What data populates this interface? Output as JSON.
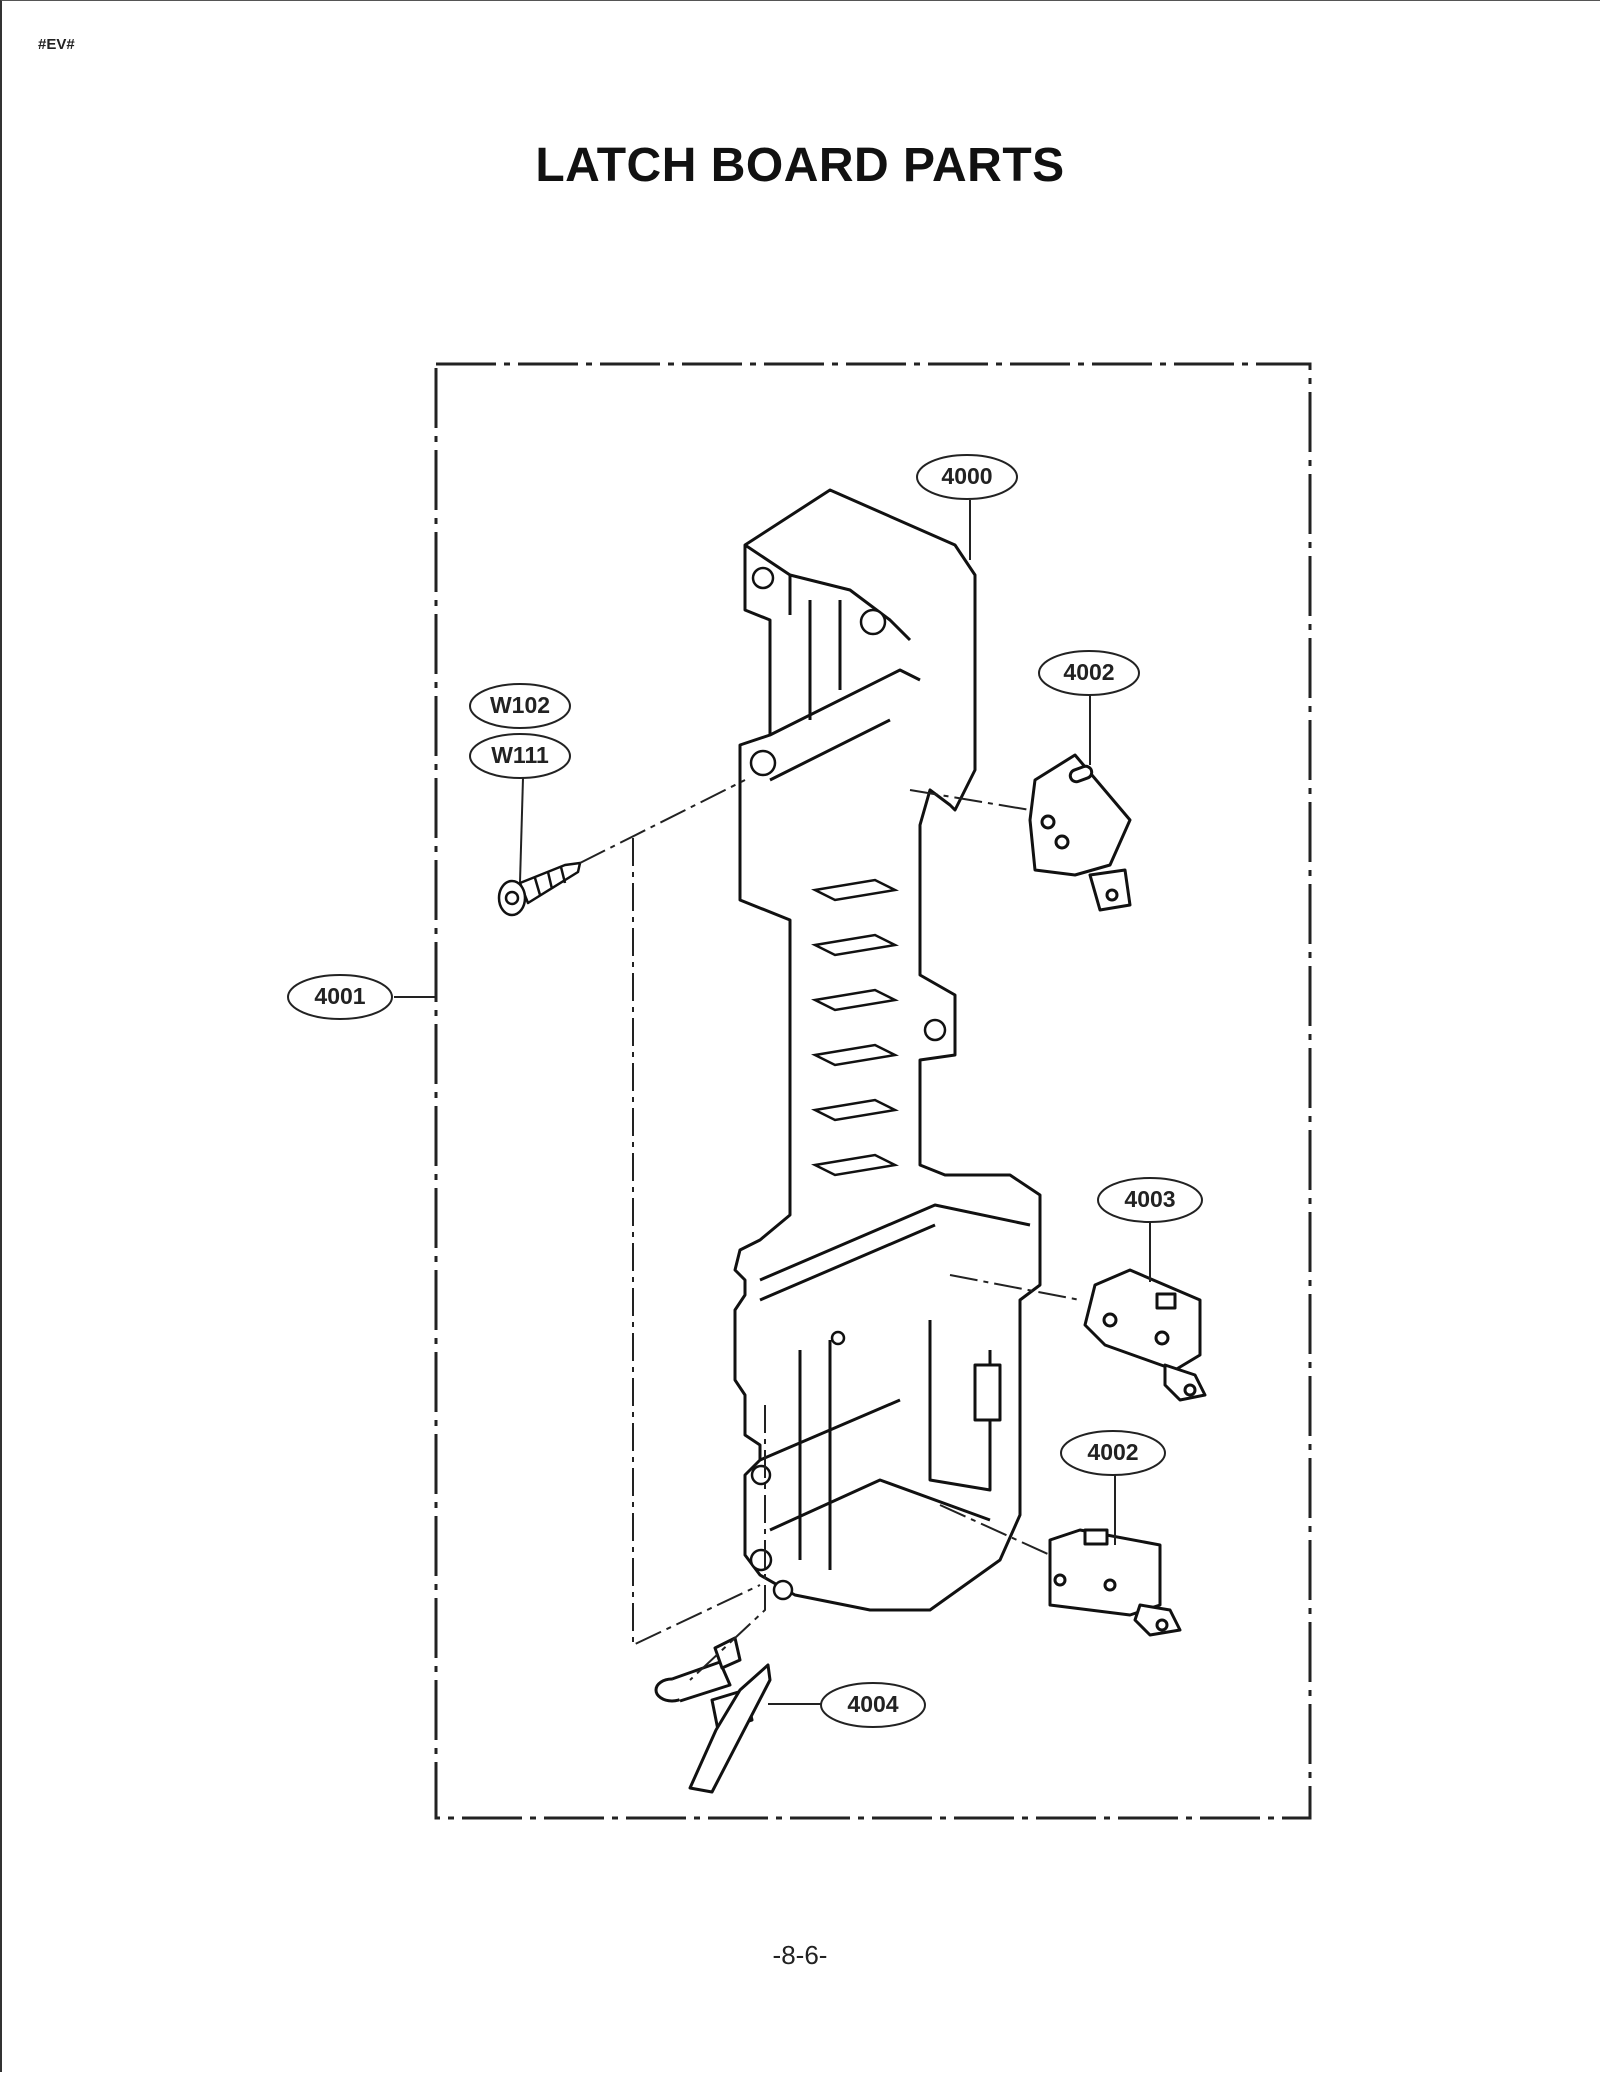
{
  "header": {
    "doc_code": "#EV#"
  },
  "title": "LATCH BOARD PARTS",
  "callouts": [
    {
      "id": "4000",
      "label": "4000"
    },
    {
      "id": "4002-top",
      "label": "4002"
    },
    {
      "id": "W102",
      "label": "W102"
    },
    {
      "id": "W111",
      "label": "W111"
    },
    {
      "id": "4001",
      "label": "4001"
    },
    {
      "id": "4003",
      "label": "4003"
    },
    {
      "id": "4002-bottom",
      "label": "4002"
    },
    {
      "id": "4004",
      "label": "4004"
    }
  ],
  "footer": {
    "page_number": "-8-6-"
  }
}
